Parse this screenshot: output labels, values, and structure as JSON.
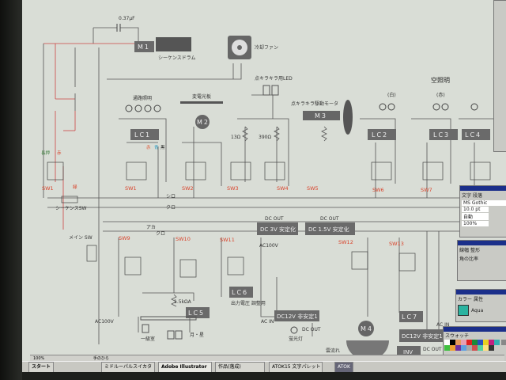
{
  "diagram": {
    "capacitor": "0.37μF",
    "m1": "M1",
    "drum": "シーケンスドラム",
    "fan": "冷却ファン",
    "aisle_light": "通路照明",
    "substation": "変電光板",
    "m2": "M2",
    "led": "点キラキラ用LED",
    "motor_label": "点キラキラ駆動モータ",
    "m3": "M3",
    "sky_light": "空照明",
    "white": "(白)",
    "red": "(赤)",
    "lc": [
      "LC1",
      "LC2",
      "LC3",
      "LC4",
      "LC5",
      "LC6",
      "LC7"
    ],
    "r1": "13Ω",
    "r2": "390Ω",
    "sw": [
      "SW1",
      "SW1",
      "SW2",
      "SW3",
      "SW4",
      "SW5",
      "SW6",
      "SW7",
      "SW9",
      "SW10",
      "SW11",
      "SW12",
      "SW13"
    ],
    "sw1_left_labels": [
      "長押",
      "赤",
      "緑"
    ],
    "colors": [
      "赤",
      "黒",
      "青"
    ],
    "sequence_sw": "シーケンスSW",
    "shiro": "シロ",
    "kuro": "クロ",
    "aka": "アカ",
    "kuro2": "クロ",
    "dc_out": "DC OUT",
    "dc3v": "DC 3V 安定化",
    "dc15v": "DC 1.5V 安定化",
    "main_sw": "メイン SW",
    "ac100v": "AC100V",
    "ac_in": "AC IN",
    "dc12v": "DC12V 非安定1",
    "inv": "INV",
    "m4": "M4",
    "resistor": "1.5kΩA",
    "room1": "一級室",
    "moon_star": "月・星",
    "fluorescent": "蛍光灯",
    "cloud": "雲流れ",
    "voltage_adj": "出力電圧 調整用"
  },
  "panels": {
    "character": {
      "tabs": [
        "文字",
        "段落"
      ],
      "font": "MS Gothic",
      "size": "10.0 pt",
      "leading": "自動",
      "tracking": "100%"
    },
    "paragraph": {
      "tabs": [
        "線幅",
        "整形"
      ],
      "ratio": "角の比率"
    },
    "color": {
      "tabs": [
        "カラー",
        "属性"
      ],
      "name": "Aqua"
    },
    "swatch": {
      "tabs": [
        "スウォッチ"
      ]
    }
  },
  "status": {
    "zoom": "100%",
    "tool": "手のひら"
  },
  "taskbar": {
    "start": "スタート",
    "items": [
      "ミドルーパルスイカタ",
      "Adobe Illustrator",
      "作品(落成)",
      "ATOK15 文字パレット"
    ],
    "ime": "ATOK"
  }
}
